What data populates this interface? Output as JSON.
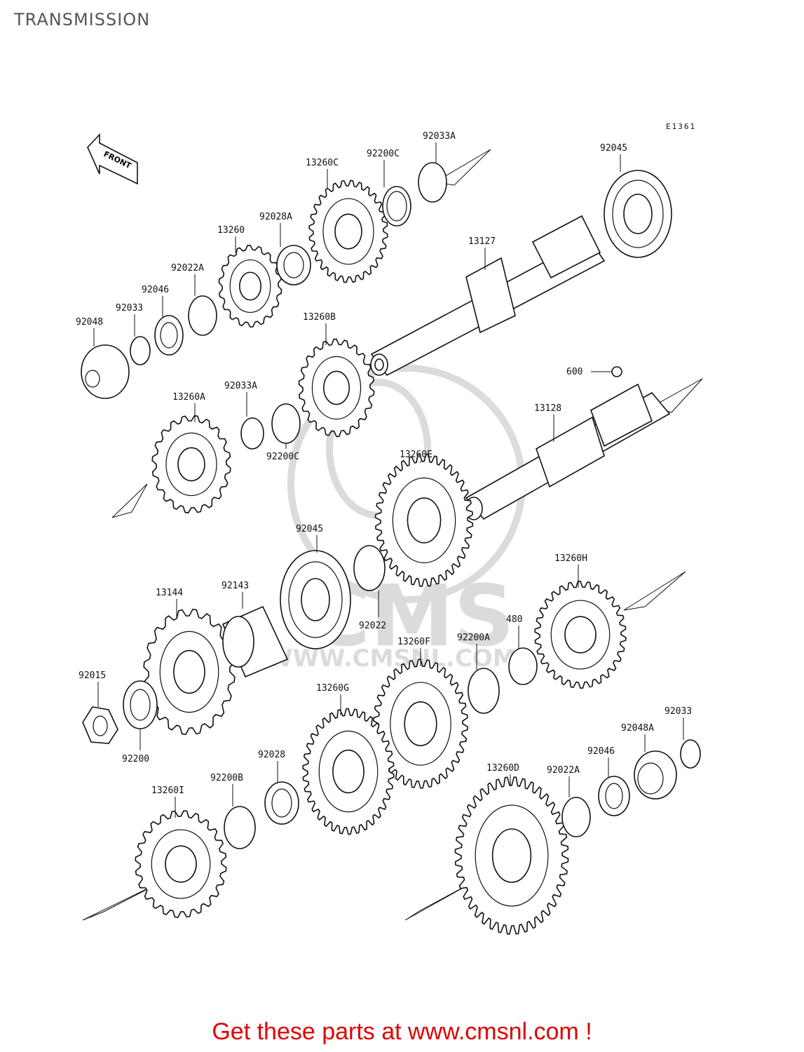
{
  "page": {
    "title": "TRANSMISSION"
  },
  "diagram": {
    "code": "E1361",
    "front_arrow": "FRONT",
    "watermark_text": "WWW.CMSNL.COM",
    "watermark_big": "CMS"
  },
  "parts": [
    {
      "id": "p92033A_top",
      "label": "92033A"
    },
    {
      "id": "p92045_top",
      "label": "92045"
    },
    {
      "id": "p92200C_top",
      "label": "92200C"
    },
    {
      "id": "p13260C",
      "label": "13260C"
    },
    {
      "id": "p92028A",
      "label": "92028A"
    },
    {
      "id": "p13260",
      "label": "13260"
    },
    {
      "id": "p13127",
      "label": "13127"
    },
    {
      "id": "p92022A_top",
      "label": "92022A"
    },
    {
      "id": "p92046_top",
      "label": "92046"
    },
    {
      "id": "p92033_top",
      "label": "92033"
    },
    {
      "id": "p92048",
      "label": "92048"
    },
    {
      "id": "p13260B",
      "label": "13260B"
    },
    {
      "id": "p600",
      "label": "600"
    },
    {
      "id": "p92033A_mid",
      "label": "92033A"
    },
    {
      "id": "p13260A",
      "label": "13260A"
    },
    {
      "id": "p13128",
      "label": "13128"
    },
    {
      "id": "p92200C_mid",
      "label": "92200C"
    },
    {
      "id": "p13260E",
      "label": "13260E"
    },
    {
      "id": "p92045_mid",
      "label": "92045"
    },
    {
      "id": "p13260H",
      "label": "13260H"
    },
    {
      "id": "p13144",
      "label": "13144"
    },
    {
      "id": "p92143",
      "label": "92143"
    },
    {
      "id": "p92022",
      "label": "92022"
    },
    {
      "id": "p480",
      "label": "480"
    },
    {
      "id": "p13260F",
      "label": "13260F"
    },
    {
      "id": "p92200A",
      "label": "92200A"
    },
    {
      "id": "p92015",
      "label": "92015"
    },
    {
      "id": "p13260G",
      "label": "13260G"
    },
    {
      "id": "p92200",
      "label": "92200"
    },
    {
      "id": "p92028",
      "label": "92028"
    },
    {
      "id": "p92033_bot",
      "label": "92033"
    },
    {
      "id": "p92048A",
      "label": "92048A"
    },
    {
      "id": "p92046_bot",
      "label": "92046"
    },
    {
      "id": "p13260D",
      "label": "13260D"
    },
    {
      "id": "p92022A_bot",
      "label": "92022A"
    },
    {
      "id": "p92200B",
      "label": "92200B"
    },
    {
      "id": "p13260I",
      "label": "13260I"
    }
  ],
  "footer": {
    "text": "Get these parts at www.cmsnl.com !"
  }
}
